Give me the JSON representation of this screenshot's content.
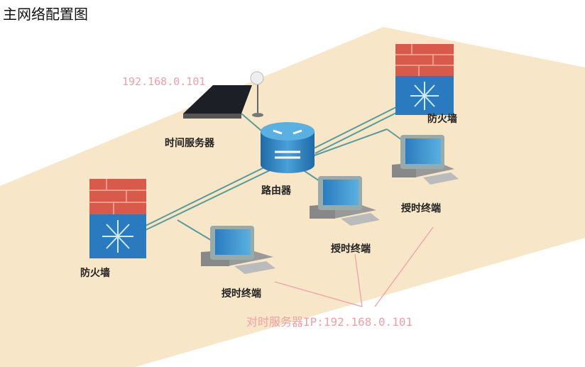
{
  "title": "主网络配置图",
  "server_ip": "192.168.0.101",
  "nodes": {
    "time_server": "时间服务器",
    "router": "路由器",
    "firewall_right": "防火墙",
    "firewall_left": "防火墙",
    "terminal_1": "授时终端",
    "terminal_2": "授时终端",
    "terminal_3": "授时终端"
  },
  "annotation": "对时服务器IP:192.168.0.101",
  "colors": {
    "floor": "#f8e6c8",
    "annotation": "#f0a0a8",
    "link": "#5a9a9a",
    "firewall_red": "#d85a4a",
    "firewall_blue": "#2a7ac0"
  }
}
